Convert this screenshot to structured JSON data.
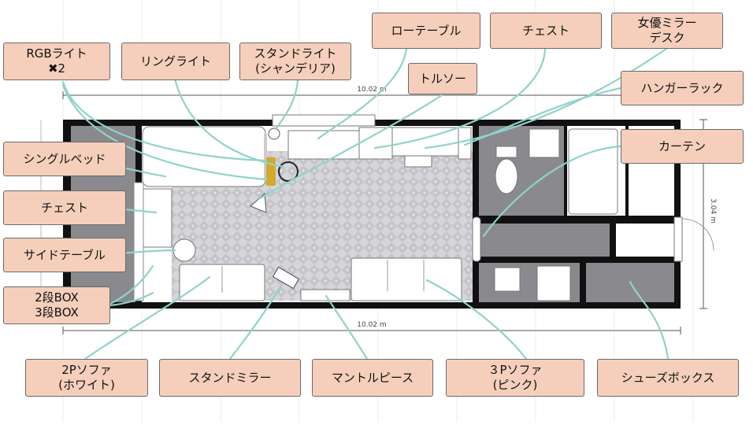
{
  "dimensions": {
    "width": "10.02 m",
    "width_bottom": "10.02 m",
    "height": "3.04 m"
  },
  "labels": {
    "rgb_light": "RGBライト\n✖2",
    "ring_light": "リングライト",
    "stand_light": "スタンドライト\n(シャンデリア)",
    "low_table": "ローテーブル",
    "torso": "トルソー",
    "chest_top": "チェスト",
    "mirror_desk": "女優ミラー\nデスク",
    "hanger_rack": "ハンガーラック",
    "curtain": "カーテン",
    "single_bed": "シングルベッド",
    "chest_left": "チェスト",
    "side_table": "サイドテーブル",
    "box": "2段BOX\n3段BOX",
    "sofa_2p": "2Pソファ\n(ホワイト)",
    "stand_mirror": "スタンドミラー",
    "mantelpiece": "マントルピース",
    "sofa_3p": "３Pソファ\n(ピンク)",
    "shoe_box": "シューズボックス"
  },
  "colors": {
    "label_bg": "#f5cfbb",
    "leader": "#8fd3c9",
    "wall": "#111111",
    "floor_gray": "#8a8a8e",
    "rug": "#d8d8dc"
  }
}
